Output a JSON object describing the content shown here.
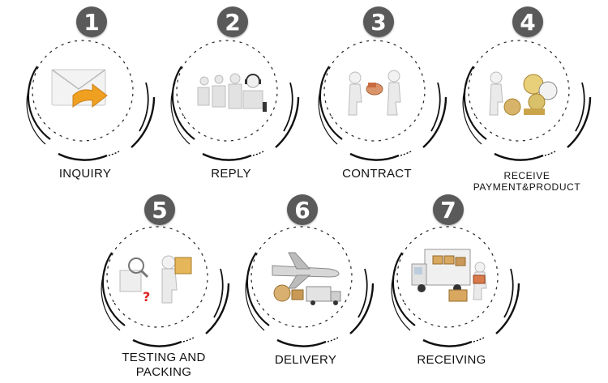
{
  "steps": [
    {
      "number": "1",
      "label": "INQUIRY",
      "icon": "envelope-arrow-icon"
    },
    {
      "number": "2",
      "label": "REPLY",
      "icon": "call-center-icon"
    },
    {
      "number": "3",
      "label": "CONTRACT",
      "icon": "handover-contract-icon"
    },
    {
      "number": "4",
      "label": "RECEIVE",
      "label2": "PAYMENT&PRODUCT",
      "icon": "payment-gold-icon"
    },
    {
      "number": "5",
      "label": "TESTING AND",
      "label2": "PACKING",
      "icon": "inspect-box-icon"
    },
    {
      "number": "6",
      "label": "DELIVERY",
      "icon": "airplane-truck-icon"
    },
    {
      "number": "7",
      "label": "RECEIVING",
      "icon": "truck-unload-icon"
    }
  ],
  "colors": {
    "badge": "#5a5a5a",
    "ring": "#111111",
    "accent": "#f0a020"
  }
}
